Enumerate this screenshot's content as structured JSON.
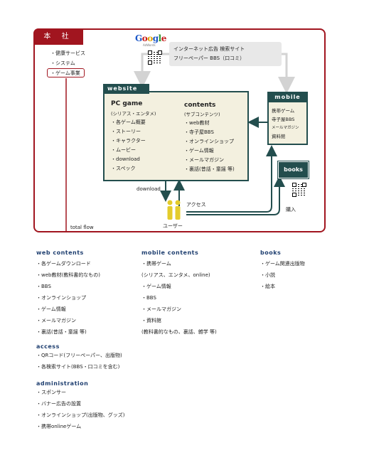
{
  "diagram": {
    "honsha": {
      "tab": "本 社",
      "items": [
        "・健康サービス",
        "・システム",
        "・ゲーム事業"
      ]
    },
    "google": {
      "logo": [
        "G",
        "o",
        "o",
        "g",
        "l",
        "e"
      ],
      "sub": "AdWords"
    },
    "ad": {
      "line1": "インターネット広告  検索サイト",
      "line2": "フリーペーパー  BBS（口コミ）"
    },
    "website": {
      "tab": "website",
      "pc_title": "PC game",
      "pc_sub": "(シリアス・エンタメ)",
      "pc_items": [
        "・各ゲーム概要",
        "・ストーリー",
        "・キャラクター",
        "・ムービー",
        "・download",
        "・スペック"
      ],
      "contents_title": "contents",
      "contents_sub": "(サブコンテンツ)",
      "contents_items": [
        "・web教材",
        "・寺子屋BBS",
        "・オンラインショップ",
        "・ゲーム情報",
        "・メールマガジン",
        "・裏話(昔話・童謡 等)"
      ]
    },
    "mobile": {
      "tab": "mobile",
      "items": [
        "携帯ゲーム",
        "寺子屋BBS",
        "メールマガジン",
        "資料館"
      ]
    },
    "books": {
      "label": "books"
    },
    "labels": {
      "download": "download",
      "access": "アクセス",
      "user": "ユーザー",
      "purchase": "購入",
      "total_flow": "total flow"
    }
  },
  "sections": {
    "web": {
      "title": "web contents",
      "items": [
        "・各ゲームダウンロード",
        "・web教材(教科書的なもの)",
        "・BBS",
        "・オンラインショップ",
        "・ゲーム情報",
        "・メールマガジン",
        "・裏話(昔話・童謡 等)"
      ]
    },
    "mobile": {
      "title": "mobile contents",
      "items": [
        "・携帯ゲーム",
        "(シリアス、エンタメ、online)",
        "・ゲーム情報",
        "・BBS",
        "・メールマガジン",
        "・資料館",
        "(教科書的なもの、裏話、雑学 等)"
      ]
    },
    "books": {
      "title": "books",
      "items": [
        "・ゲーム関連出版物",
        "・小説",
        "・絵本"
      ]
    },
    "access": {
      "title": "access",
      "items": [
        "・QRコード(フリーペーパー、出版物)",
        "・各検索サイト(BBS・口コミを含む)"
      ]
    },
    "admin": {
      "title": "administration",
      "items": [
        "・スポンサー",
        "・バナー広告の設置",
        "・オンラインショップ(出版物、グッズ)",
        "・携帯onlineゲーム"
      ]
    }
  },
  "colors": {
    "frame": "#a1151f",
    "box": "#234e4e",
    "fill": "#f3f0df",
    "heading": "#1f3f70"
  }
}
